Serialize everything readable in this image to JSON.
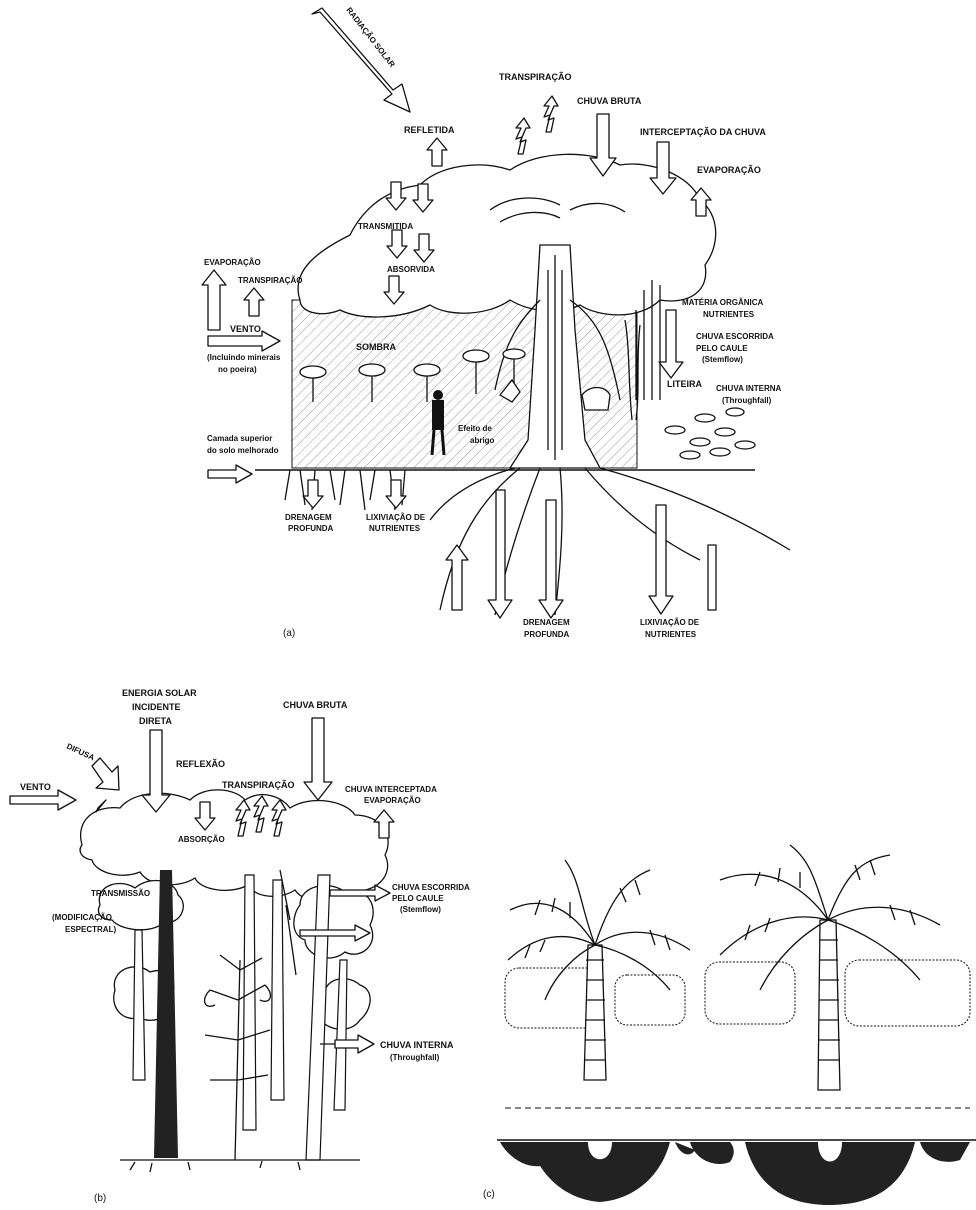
{
  "panel_a": {
    "caption": "(a)",
    "labels": {
      "radiacao_solar": "RADIAÇÃO SOLAR",
      "transpiracao_top": "TRANSPIRAÇÃO",
      "chuva_bruta": "CHUVA BRUTA",
      "refletida": "REFLETIDA",
      "interceptacao": "INTERCEPTAÇÃO DA CHUVA",
      "evaporacao_right": "EVAPORAÇÃO",
      "transmitida": "TRANSMITIDA",
      "absorvida": "ABSORVIDA",
      "evaporacao_left": "EVAPORAÇÃO",
      "transpiracao_left": "TRANSPIRAÇÃO",
      "vento": "VENTO",
      "vento_note_1": "(Incluindo minerais",
      "vento_note_2": "no poeira)",
      "sombra": "SOMBRA",
      "efeito_1": "Efeito de",
      "efeito_2": "abrigo",
      "materia_1": "MATÉRIA ORGÂNICA",
      "materia_2": "NUTRIENTES",
      "escorrida_1": "CHUVA ESCORRIDA",
      "escorrida_2": "PELO CAULE",
      "escorrida_3": "(Stemflow)",
      "liteira": "LITEIRA",
      "interna_1": "CHUVA INTERNA",
      "interna_2": "(Throughfall)",
      "camada_1": "Camada superior",
      "camada_2": "do solo melhorado",
      "drenagem_l1": "DRENAGEM",
      "drenagem_l2": "PROFUNDA",
      "lixiviacao_l1": "LIXIVIAÇÃO DE",
      "lixiviacao_l2": "NUTRIENTES",
      "drenagem_r1": "DRENAGEM",
      "drenagem_r2": "PROFUNDA",
      "lixiviacao_r1": "LIXIVIAÇÃO DE",
      "lixiviacao_r2": "NUTRIENTES"
    }
  },
  "panel_b": {
    "caption": "(b)",
    "labels": {
      "energia_1": "ENERGIA SOLAR",
      "energia_2": "INCIDENTE",
      "energia_3": "DIRETA",
      "chuva_bruta": "CHUVA BRUTA",
      "difusa": "DIFUSA",
      "reflexao": "REFLEXÃO",
      "vento": "VENTO",
      "transpiracao": "TRANSPIRAÇÃO",
      "interceptada_1": "CHUVA INTERCEPTADA",
      "interceptada_2": "EVAPORAÇÃO",
      "absorcao": "ABSORÇÃO",
      "transmissao": "TRANSMISSÃO",
      "modificacao_1": "(MODIFICAÇÃO",
      "modificacao_2": "ESPECTRAL)",
      "escorrida_1": "CHUVA ESCORRIDA",
      "escorrida_2": "PELO CAULE",
      "escorrida_3": "(Stemflow)",
      "interna_1": "CHUVA INTERNA",
      "interna_2": "(Throughfall)"
    }
  },
  "panel_c": {
    "caption": "(c)"
  }
}
